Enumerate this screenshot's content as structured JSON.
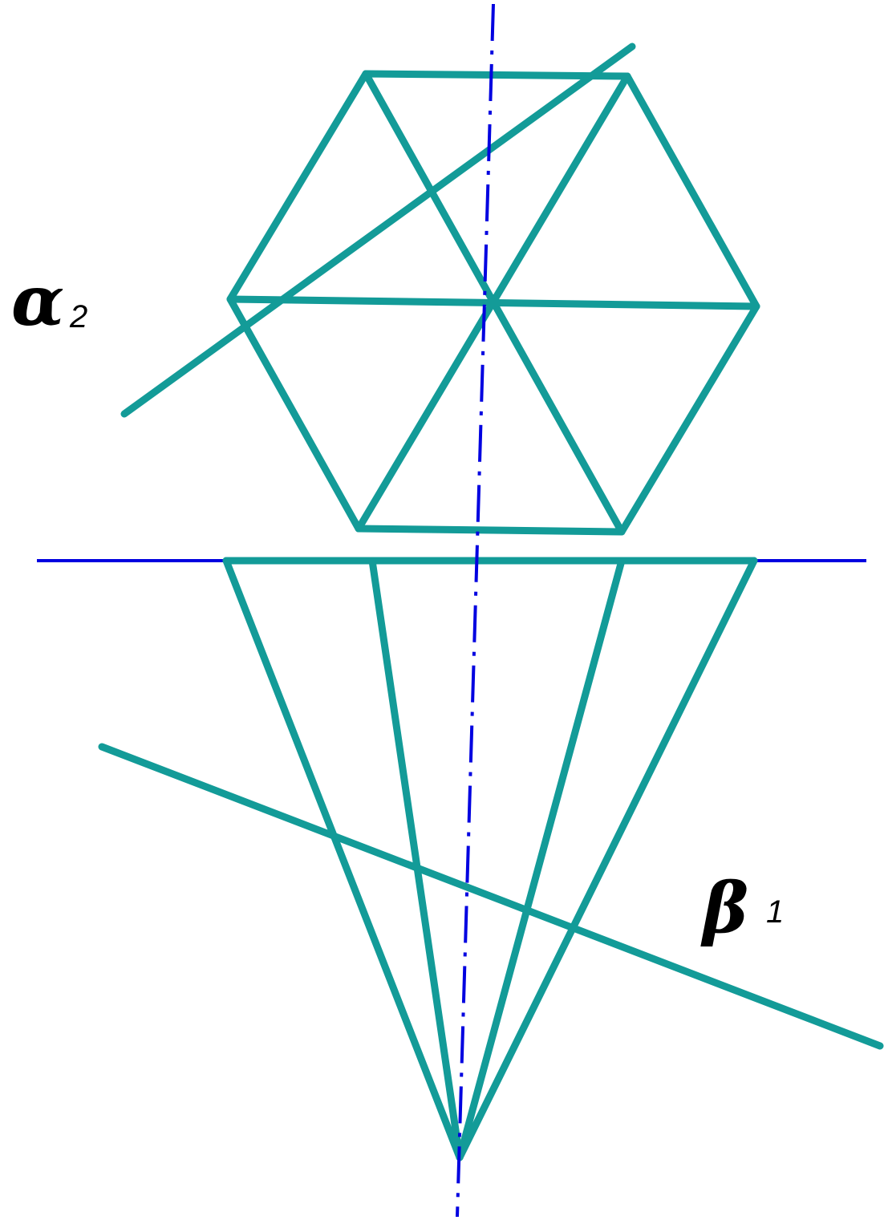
{
  "colors": {
    "figure": "#139b98",
    "axis": "#0000e0",
    "label": "#000000",
    "background": "#ffffff"
  },
  "labels": {
    "alpha": {
      "symbol": "α",
      "subscript": "2"
    },
    "beta": {
      "symbol": "β",
      "subscript": "1"
    }
  }
}
